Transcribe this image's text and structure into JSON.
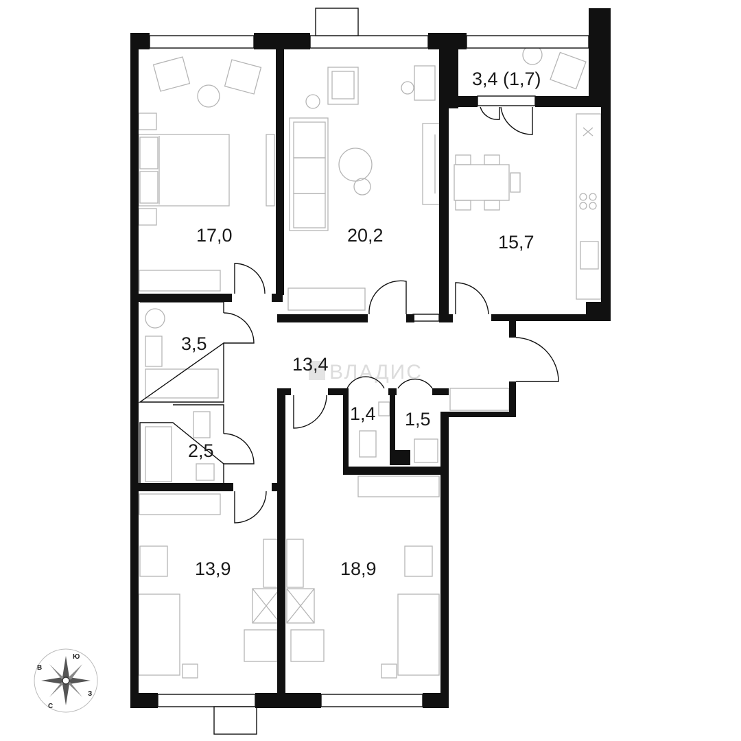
{
  "rooms": [
    {
      "id": "bedroom-top-left",
      "area": "17,0"
    },
    {
      "id": "living-room",
      "area": "20,2"
    },
    {
      "id": "kitchen",
      "area": "15,7"
    },
    {
      "id": "balcony",
      "area": "3,4 (1,7)"
    },
    {
      "id": "bathroom",
      "area": "3,5"
    },
    {
      "id": "hallway",
      "area": "13,4"
    },
    {
      "id": "toilet",
      "area": "1,4"
    },
    {
      "id": "storage",
      "area": "1,5"
    },
    {
      "id": "bathroom-small",
      "area": "2,5"
    },
    {
      "id": "bedroom-bottom-left",
      "area": "13,9"
    },
    {
      "id": "bedroom-bottom-right",
      "area": "18,9"
    }
  ],
  "watermark": "ВЛАДИС",
  "compass": {
    "n": "Ю",
    "w": "В",
    "s": "С",
    "e": "З"
  }
}
